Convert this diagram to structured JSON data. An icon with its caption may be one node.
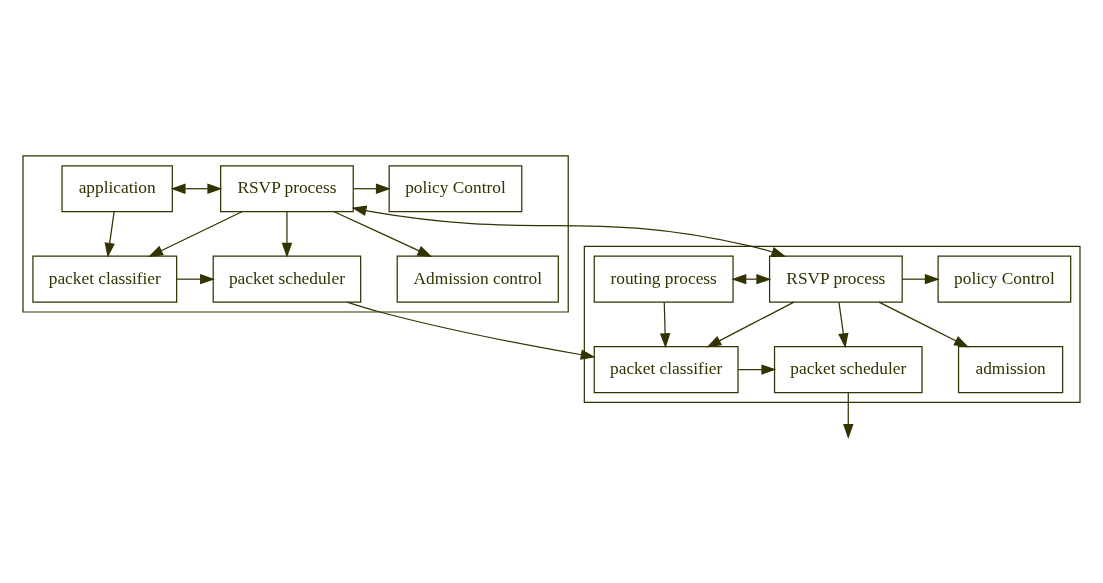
{
  "diagram": {
    "nodes": [
      {
        "text": [],
        "shape": "box"
      },
      {
        "text": [
          "application"
        ],
        "in": 0
      },
      {
        "text": [
          "RSVP process"
        ],
        "in": 0
      },
      {
        "text": [
          "policy Control"
        ],
        "in": 0
      },
      {
        "text": [
          "Admission control"
        ],
        "in": 0
      },
      {
        "text": [
          "packet classifier"
        ],
        "in": 0
      },
      {
        "text": [
          "packet scheduler"
        ],
        "in": 0
      },
      {
        "text": [],
        "shape": "box"
      },
      {
        "text": [
          "routing process"
        ],
        "in": 7
      },
      {
        "text": [
          "RSVP process"
        ],
        "in": 7
      },
      {
        "text": [
          "policy Control"
        ],
        "in": 7
      },
      {
        "text": [
          "admission"
        ],
        "in": 7
      },
      {
        "text": [
          "packet classifier"
        ],
        "in": 7
      },
      {
        "text": [
          "packet scheduler"
        ],
        "in": 7
      }
    ],
    "edges": [
      {
        "from": 2,
        "to": 9,
        "arrow": "both"
      },
      {
        "from": 1,
        "to": 2,
        "arrow": "both"
      },
      {
        "from": 2,
        "to": 3,
        "arrow": "to"
      },
      {
        "from": 1,
        "to": 5,
        "arrow": "to"
      },
      {
        "from": 2,
        "to": 5,
        "arrow": "to"
      },
      {
        "from": 2,
        "to": 6,
        "arrow": "to"
      },
      {
        "from": 2,
        "to": 4,
        "arrow": "to"
      },
      {
        "from": 5,
        "to": 6,
        "arrow": "to"
      },
      {
        "from": 6,
        "to": 12,
        "arrow": "to"
      },
      {
        "from": 8,
        "to": 9,
        "arrow": "both"
      },
      {
        "from": 9,
        "to": 10,
        "arrow": "to"
      },
      {
        "from": 8,
        "to": 12,
        "arrow": "to"
      },
      {
        "from": 9,
        "to": 12,
        "arrow": "to"
      },
      {
        "from": 9,
        "to": 13,
        "arrow": "to"
      },
      {
        "from": 9,
        "to": 11,
        "arrow": "to"
      },
      {
        "from": 12,
        "to": 13,
        "arrow": "to"
      },
      {
        "from": 13,
        "to": null,
        "arrow": "to"
      }
    ]
  }
}
